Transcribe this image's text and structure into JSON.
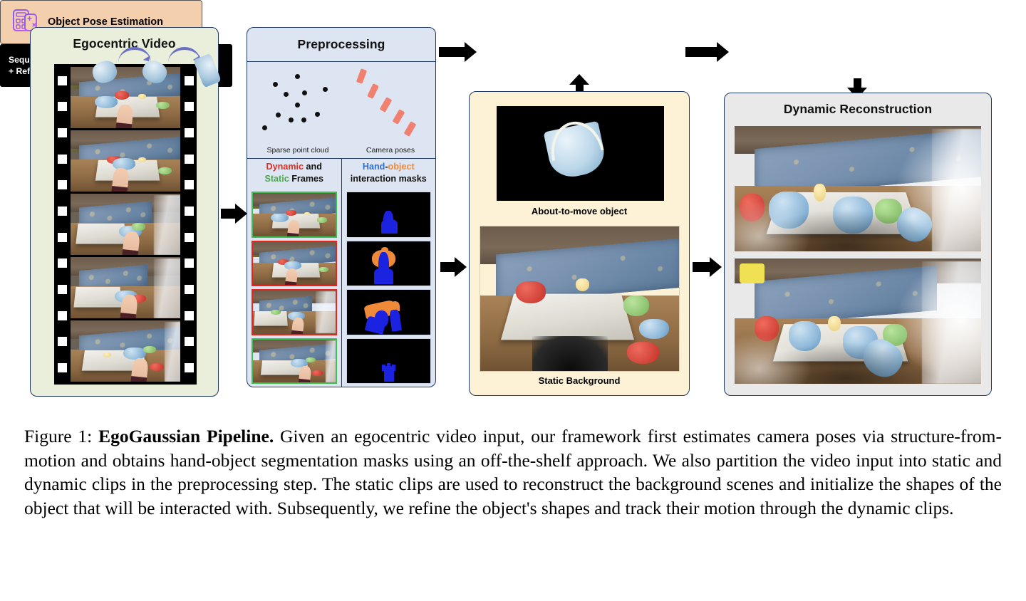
{
  "figure": {
    "egocentric": {
      "title": "Egocentric Video",
      "panel_color": "#e9efda",
      "frame_count": 5
    },
    "preprocessing": {
      "title": "Preprocessing",
      "panel_color": "#dde5f2",
      "sparse_point_cloud_label": "Sparse point cloud",
      "camera_poses_label": "Camera poses",
      "camera_pose_color": "#f08070",
      "frames_column": {
        "head_dynamic": "Dynamic",
        "head_and": " and",
        "head_static": "Static",
        "head_frames": " Frames",
        "dynamic_color": "#e02b20",
        "static_color": "#4fa64f",
        "thumbnails": [
          {
            "type": "static",
            "border": "green"
          },
          {
            "type": "dynamic",
            "border": "red"
          },
          {
            "type": "dynamic",
            "border": "red"
          },
          {
            "type": "static",
            "border": "green"
          }
        ]
      },
      "masks_column": {
        "head_hand": "Hand",
        "head_dash": "-",
        "head_object": "object",
        "head_line2": "interaction masks",
        "hand_color": "#2f6fd0",
        "object_color": "#ef8a38",
        "mask_hand_fill": "#1b22e0",
        "mask_object_fill": "#ef8a38",
        "masks": [
          {
            "hand": true,
            "object": false
          },
          {
            "hand": true,
            "object": true
          },
          {
            "hand": true,
            "object": true
          },
          {
            "hand": true,
            "object": false
          }
        ]
      }
    },
    "object_pose_estimation": {
      "label": "Object Pose Estimation",
      "icon": "calculator-icon",
      "box_color": "#f4cfae"
    },
    "sequence_of_poses": {
      "line1": "Sequence of Poses",
      "line2": "+ Refined object",
      "box_color": "#000000",
      "pose_count": 3
    },
    "middle": {
      "panel_color": "#fdf2d5",
      "about_to_move_label": "About-to-move object",
      "static_background_label": "Static Background"
    },
    "dynamic_reconstruction": {
      "title": "Dynamic Reconstruction",
      "panel_color": "#e9e9e9",
      "render_count": 2
    },
    "arrows": [
      {
        "name": "video-to-preprocessing",
        "direction": "right"
      },
      {
        "name": "preprocessing-to-pose-estimation",
        "direction": "right"
      },
      {
        "name": "pose-estimation-to-sequence",
        "direction": "right"
      },
      {
        "name": "preprocessing-to-middle",
        "direction": "right"
      },
      {
        "name": "middle-to-dynamic-reconstruction",
        "direction": "right"
      },
      {
        "name": "middle-to-pose-estimation",
        "direction": "up"
      },
      {
        "name": "sequence-to-dynamic-reconstruction",
        "direction": "down"
      }
    ]
  },
  "caption": {
    "prefix": "Figure 1: ",
    "bold_title": "EgoGaussian Pipeline.",
    "body": " Given an egocentric video input, our framework first estimates camera poses via structure-from-motion and obtains hand-object segmentation masks using an off-the-shelf approach. We also partition the video input into static and dynamic clips in the preprocessing step. The static clips are used to reconstruct the background scenes and initialize the shapes of the object that will be interacted with. Subsequently, we refine the object's shapes and track their motion through the dynamic clips."
  }
}
